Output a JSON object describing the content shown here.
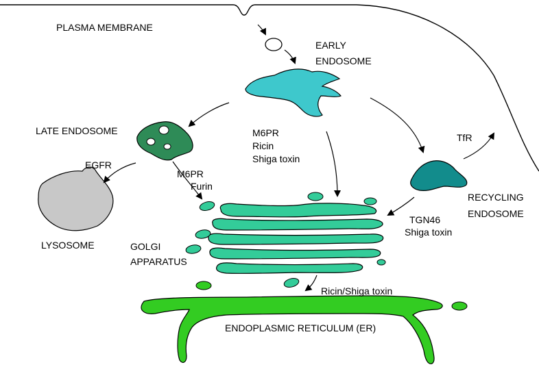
{
  "labels": {
    "plasma_membrane": "PLASMA MEMBRANE",
    "early_endosome_1": "EARLY",
    "early_endosome_2": "ENDOSOME",
    "late_endosome": "LATE ENDOSOME",
    "egfr": "EGFR",
    "lysosome": "LYSOSOME",
    "center_cargo_1": "M6PR",
    "center_cargo_2": "Ricin",
    "center_cargo_3": "Shiga toxin",
    "late_cargo_1": "M6PR",
    "late_cargo_2": "Furin",
    "tfr": "TfR",
    "recycling_endosome_1": "RECYCLING",
    "recycling_endosome_2": "ENDOSOME",
    "recycling_cargo_1": "TGN46",
    "recycling_cargo_2": "Shiga toxin",
    "golgi_1": "GOLGI",
    "golgi_2": "APPARATUS",
    "retrograde_cargo": "Ricin/Shiga toxin",
    "er": "ENDOPLASMIC RETICULUM (ER)"
  },
  "colors": {
    "early_endosome": "#3ec8cc",
    "late_endosome": "#2e8b57",
    "recycling_endosome": "#128c8c",
    "lysosome": "#c8c8c8",
    "golgi": "#33cc99",
    "er": "#33cc22",
    "outline": "#000000"
  }
}
